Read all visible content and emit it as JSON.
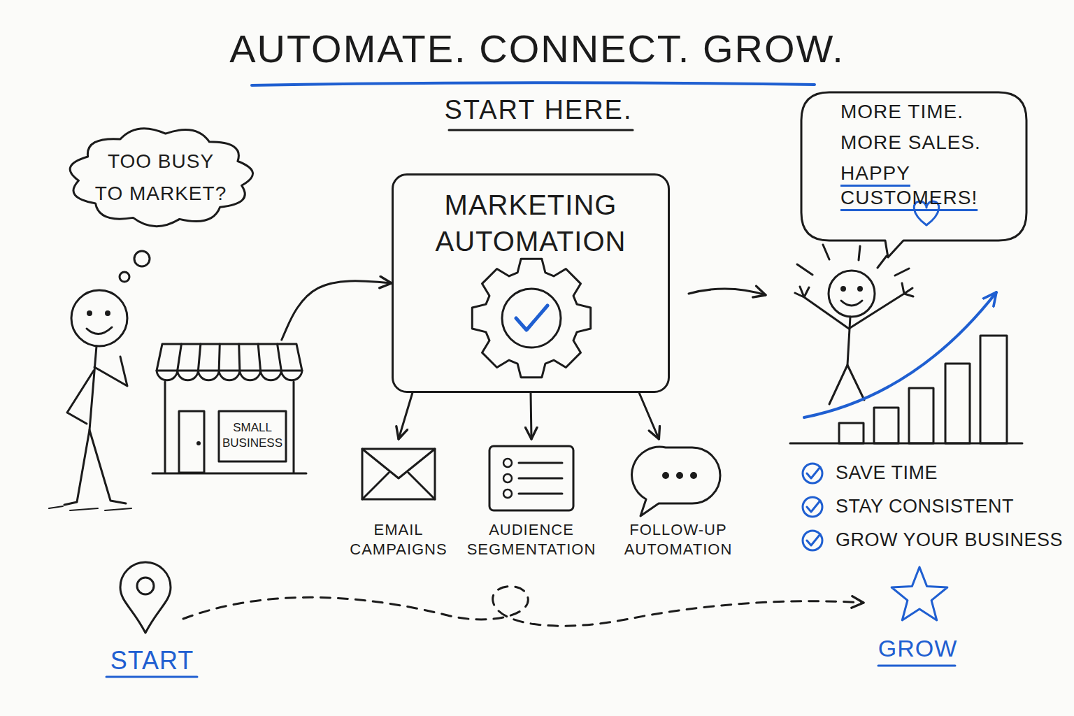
{
  "diagram": {
    "title": "AUTOMATE. CONNECT. GROW.",
    "nodes": [
      {
        "text": [
          "TOO BUSY TO MARKET?"
        ]
      },
      {
        "text": [
          "SMALL BUSINESS"
        ]
      },
      {
        "text": [
          "MARKETING AUTOMATION"
        ]
      },
      {
        "text": [
          "EMAIL CAMPAIGNS"
        ]
      },
      {
        "text": [
          "AUDIENCE SEGMENTATION"
        ]
      },
      {
        "text": [
          "FOLLOW-UP AUTOMATION"
        ]
      },
      {
        "text": [
          "MORE TIME.",
          "MORE SALES.",
          "HAPPY CUSTOMERS!"
        ]
      }
    ],
    "edges": [
      {
        "from": 1,
        "to": 2,
        "arrow": "to"
      },
      {
        "from": 2,
        "to": 3,
        "arrow": "to"
      },
      {
        "from": 2,
        "to": 4,
        "arrow": "to"
      },
      {
        "from": 2,
        "to": 5,
        "arrow": "to"
      }
    ],
    "labels": [
      "START HERE.",
      "SAVE TIME",
      "STAY CONSISTENT",
      "GROW YOUR BUSINESS",
      "START",
      "GROW"
    ]
  }
}
